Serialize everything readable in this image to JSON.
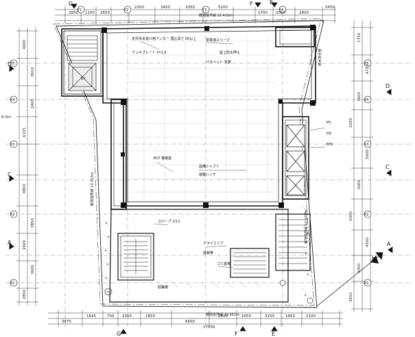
{
  "drawing": {
    "site_boundary_top": "敷地境界線 22.410m",
    "site_boundary_bottom": "敷地境界線 19.062m",
    "site_boundary_left": "敷地境界線 13.313m",
    "site_boundary_right": "敷地境界線 12.039m",
    "north_label": "N"
  },
  "section_marks": {
    "top": [
      "G",
      "F",
      "E"
    ],
    "bottom": [
      "G",
      "F",
      "E"
    ],
    "left": [
      "D",
      "C",
      "A"
    ],
    "right": [
      "D",
      "C",
      "A"
    ]
  },
  "grid_circles": {
    "top": [
      "Y1",
      "Y2",
      "Y3",
      "Y4"
    ],
    "left": [
      "X5",
      "X4",
      "X3",
      "X2",
      "X1"
    ],
    "right": [
      "X5",
      "X4",
      "X3",
      "X2",
      "X1"
    ]
  },
  "dimensions": {
    "top": [
      "2850",
      "1100",
      "2650",
      "2200",
      "3450",
      "1050",
      "5200",
      "1700",
      "2050",
      "2800",
      "5450"
    ],
    "bottom": [
      "3875",
      "1645",
      "700",
      "2050",
      "2850",
      "6600",
      "2500",
      "2050",
      "3150",
      "1850",
      "2100"
    ],
    "bottom_total": "17050",
    "left": [
      "4000",
      "3610",
      "2465",
      "6105",
      "4800",
      "3850",
      "2600",
      "3600",
      "2850"
    ],
    "right": [
      "1750",
      "4720",
      "3600",
      "2250",
      "5000",
      "5000",
      "5000",
      "4500",
      "3050",
      "2650"
    ],
    "left_misc": "6.0m"
  },
  "annotations": [
    "天井吊木受け用アンカー 埋込深さ 50以上",
    "デッキプレート t=1.6",
    "梁貫通スリーブ",
    "屋上防水押え",
    "パラペット 天端",
    "B1F 機械室",
    "EV",
    "設備シャフト",
    "避難ハッチ",
    "PS",
    "DS",
    "EPS",
    "雨水排水管",
    "スロープ 1/12",
    "ドライエリア",
    "植栽帯",
    "ゴミ置場",
    "駐輪場"
  ]
}
